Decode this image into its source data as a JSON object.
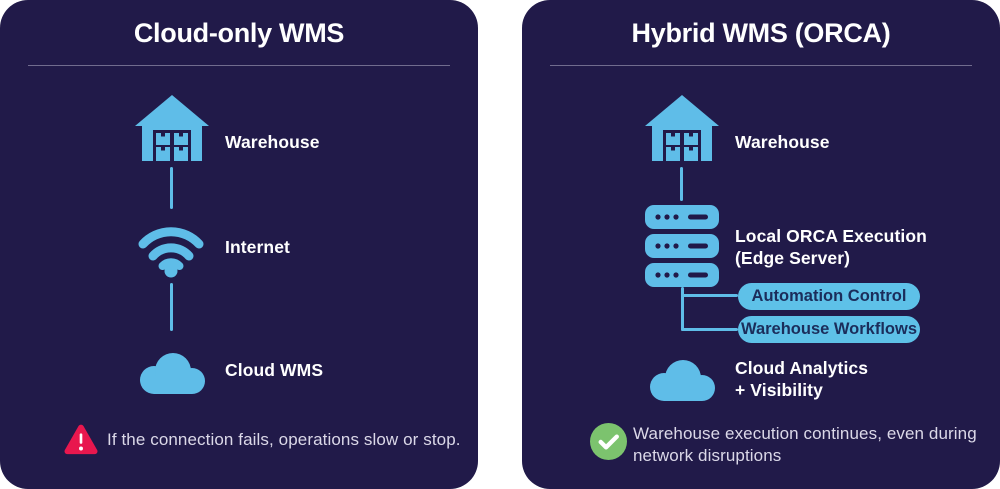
{
  "colors": {
    "panel_bg": "#211a49",
    "icon_blue": "#5fbde8",
    "pill_bg": "#5ec1e8",
    "pill_text": "#1b2d5b",
    "alert_red": "#e8174e",
    "check_green": "#7cc36e",
    "text_white": "#ffffff",
    "note_text": "#dbd8e8",
    "divider": "#8c88a6"
  },
  "left_panel": {
    "title": "Cloud-only WMS",
    "nodes": [
      {
        "icon": "warehouse-icon",
        "label": "Warehouse"
      },
      {
        "icon": "wifi-icon",
        "label": "Internet"
      },
      {
        "icon": "cloud-icon",
        "label": "Cloud WMS"
      }
    ],
    "note": {
      "icon": "warning-icon",
      "text": "If the connection fails, operations slow or stop."
    }
  },
  "right_panel": {
    "title": "Hybrid WMS (ORCA)",
    "nodes": [
      {
        "icon": "warehouse-icon",
        "label": "Warehouse"
      },
      {
        "icon": "server-icon",
        "label_line1": "Local ORCA Execution",
        "label_line2": "(Edge Server)"
      },
      {
        "icon": "cloud-icon",
        "label_line1": "Cloud Analytics",
        "label_line2": "+ Visibility"
      }
    ],
    "pills": [
      "Automation Control",
      "Warehouse Workflows"
    ],
    "note": {
      "icon": "check-icon",
      "line1": "Warehouse execution continues, even during",
      "line2": "network disruptions"
    }
  }
}
